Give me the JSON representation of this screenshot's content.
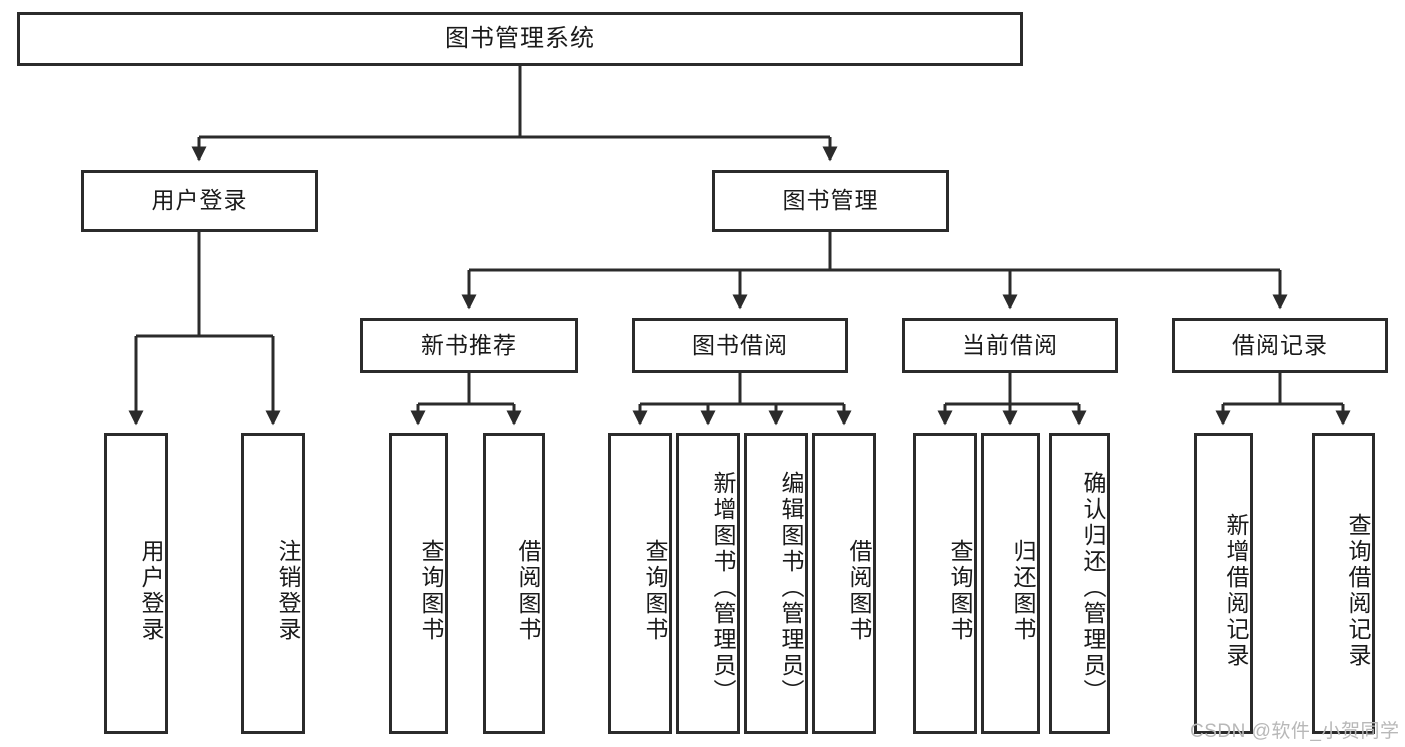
{
  "diagram": {
    "title": "图书管理系统",
    "type": "hierarchy-tree",
    "watermark": "CSDN @软件_小贺同学",
    "colors": {
      "box_border": "#2b2b2b",
      "box_fill": "#ffffff",
      "line": "#2b2b2b",
      "text": "#1a1a1a",
      "watermark": "#b8b8b8"
    },
    "nodes": {
      "root": {
        "label": "图书管理系统"
      },
      "level1": [
        {
          "label": "用户登录"
        },
        {
          "label": "图书管理"
        }
      ],
      "level2": [
        {
          "label": "新书推荐"
        },
        {
          "label": "图书借阅"
        },
        {
          "label": "当前借阅"
        },
        {
          "label": "借阅记录"
        }
      ],
      "leaves": {
        "user_login": [
          {
            "label": "用户登录"
          },
          {
            "label": "注销登录"
          }
        ],
        "new_book_recommend": [
          {
            "label": "查询图书"
          },
          {
            "label": "借阅图书"
          }
        ],
        "book_borrow": [
          {
            "label": "查询图书"
          },
          {
            "label": "新增图书（管理员）"
          },
          {
            "label": "编辑图书（管理员）"
          },
          {
            "label": "借阅图书"
          }
        ],
        "current_borrow": [
          {
            "label": "查询图书"
          },
          {
            "label": "归还图书"
          },
          {
            "label": "确认归还（管理员）"
          }
        ],
        "borrow_record": [
          {
            "label": "新增借阅记录"
          },
          {
            "label": "查询借阅记录"
          }
        ]
      }
    }
  }
}
